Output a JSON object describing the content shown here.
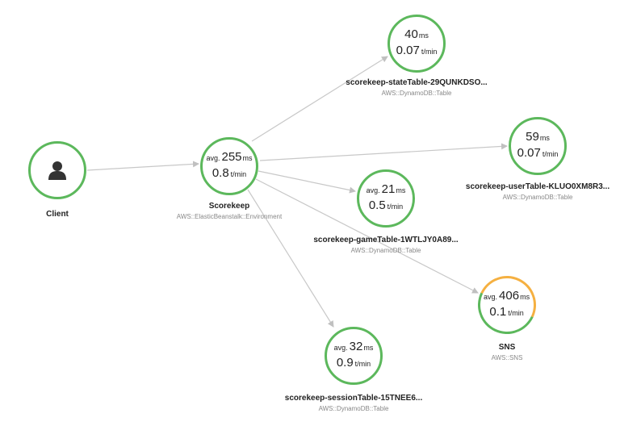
{
  "nodes": {
    "client": {
      "name": "Client"
    },
    "scorekeep": {
      "avg_prefix": "avg.",
      "latency": "255",
      "latency_unit": "ms",
      "rate": "0.8",
      "rate_unit": "t/min",
      "name": "Scorekeep",
      "type": "AWS::ElasticBeanstalk::Environment"
    },
    "state_table": {
      "latency": "40",
      "latency_unit": "ms",
      "rate": "0.07",
      "rate_unit": "t/min",
      "name": "scorekeep-stateTable-29QUNKDSO...",
      "type": "AWS::DynamoDB::Table"
    },
    "user_table": {
      "latency": "59",
      "latency_unit": "ms",
      "rate": "0.07",
      "rate_unit": "t/min",
      "name": "scorekeep-userTable-KLUO0XM8R3...",
      "type": "AWS::DynamoDB::Table"
    },
    "game_table": {
      "avg_prefix": "avg.",
      "latency": "21",
      "latency_unit": "ms",
      "rate": "0.5",
      "rate_unit": "t/min",
      "name": "scorekeep-gameTable-1WTLJY0A89...",
      "type": "AWS::DynamoDB::Table"
    },
    "sns": {
      "avg_prefix": "avg.",
      "latency": "406",
      "latency_unit": "ms",
      "rate": "0.1",
      "rate_unit": "t/min",
      "name": "SNS",
      "type": "AWS::SNS"
    },
    "session_table": {
      "avg_prefix": "avg.",
      "latency": "32",
      "latency_unit": "ms",
      "rate": "0.9",
      "rate_unit": "t/min",
      "name": "scorekeep-sessionTable-15TNEE6...",
      "type": "AWS::DynamoDB::Table"
    }
  },
  "colors": {
    "ok": "#5cb85c",
    "fault": "#f5b041",
    "edge": "#c0c0c0"
  },
  "icons": {
    "client": "user-icon"
  }
}
